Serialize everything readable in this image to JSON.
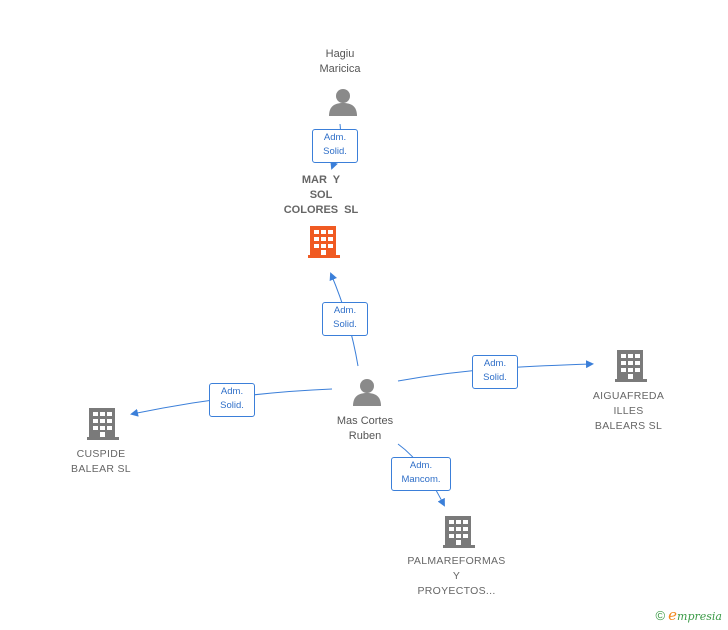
{
  "nodes": {
    "hagiu": {
      "label": "Hagiu\nMaricica",
      "type": "person"
    },
    "mar_y_sol": {
      "label": "MAR Y\nSOL\nCOLORES SL",
      "type": "company",
      "highlight": true
    },
    "mas_cortes": {
      "label": "Mas Cortes\nRuben",
      "type": "person"
    },
    "aiguafreda": {
      "label": "AIGUAFREDA\nILLES\nBALEARS SL",
      "type": "company"
    },
    "cuspide": {
      "label": "CUSPIDE\nBALEAR SL",
      "type": "company"
    },
    "palmareformas": {
      "label": "PALMAREFORMAS\nY\nPROYECTOS...",
      "type": "company"
    }
  },
  "edges": {
    "hagiu_to_marysol": "Adm.\nSolid.",
    "mascortes_to_marysol": "Adm.\nSolid.",
    "mascortes_to_aiguafreda": "Adm.\nSolid.",
    "mascortes_to_cuspide": "Adm.\nSolid.",
    "mascortes_to_palmareformas": "Adm.\nMancom."
  },
  "colors": {
    "person_icon": "#8a8a8a",
    "company_icon": "#7a7a7a",
    "highlight_company": "#f05a22",
    "edge": "#3b7fd9"
  },
  "footer": {
    "copyright": "©",
    "brand_e": "e",
    "brand_rest": "mpresia"
  }
}
